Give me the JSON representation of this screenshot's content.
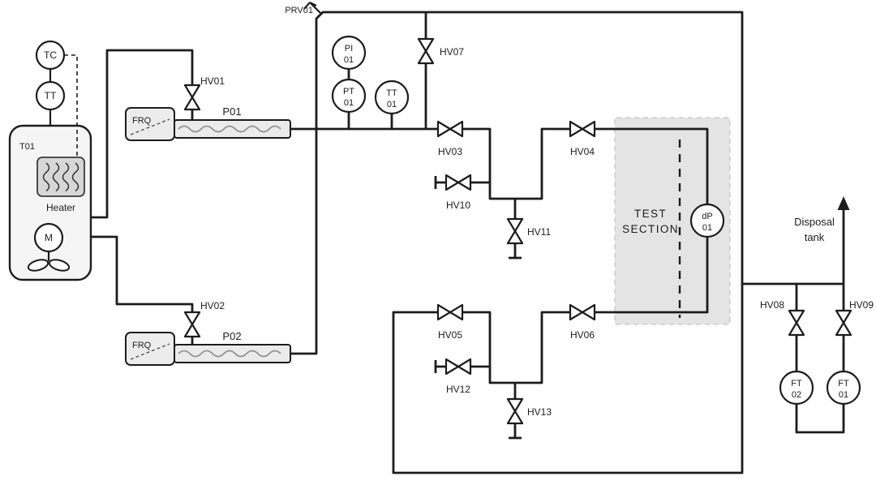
{
  "diagram": {
    "colors": {
      "line": "#1c1c1c",
      "test_section_fill": "#e4e4e4",
      "equipment_fill": "#ececec"
    },
    "tank": {
      "tag": "T01",
      "heater_label": "Heater",
      "motor_label": "M"
    },
    "tank_sensors": {
      "tc": "TC",
      "tt": "TT"
    },
    "pumps": {
      "p01": {
        "tag": "P01",
        "drive_label": "FRQ"
      },
      "p02": {
        "tag": "P02",
        "drive_label": "FRQ"
      }
    },
    "relief_valve": {
      "tag": "PRV01"
    },
    "valves": {
      "hv01": "HV01",
      "hv02": "HV02",
      "hv03": "HV03",
      "hv04": "HV04",
      "hv05": "HV05",
      "hv06": "HV06",
      "hv07": "HV07",
      "hv08": "HV08",
      "hv09": "HV09",
      "hv10": "HV10",
      "hv11": "HV11",
      "hv12": "HV12",
      "hv13": "HV13"
    },
    "instruments": {
      "pi01": {
        "line1": "PI",
        "line2": "01"
      },
      "pt01": {
        "line1": "PT",
        "line2": "01"
      },
      "tt01": {
        "line1": "TT",
        "line2": "01"
      },
      "dp01": {
        "line1": "dP",
        "line2": "01"
      },
      "ft02": {
        "line1": "FT",
        "line2": "02"
      },
      "ft01": {
        "line1": "FT",
        "line2": "01"
      }
    },
    "test_section": {
      "label_line1": "TEST",
      "label_line2": "SECTION"
    },
    "disposal": {
      "label_line1": "Disposal",
      "label_line2": "tank"
    }
  }
}
